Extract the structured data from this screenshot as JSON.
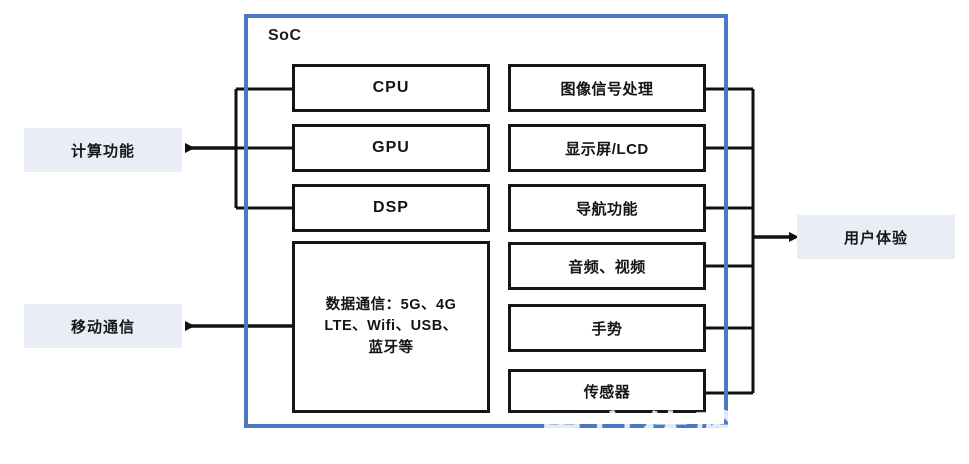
{
  "diagram": {
    "title": "SoC",
    "soc_caption": "SoC",
    "accent_color": "#4a78c2",
    "label_bg_color": "#e9edf5",
    "block_border_color": "#151515",
    "compute_blocks": [
      {
        "id": "cpu",
        "label": "CPU",
        "type": "latin"
      },
      {
        "id": "gpu",
        "label": "GPU",
        "type": "latin"
      },
      {
        "id": "dsp",
        "label": "DSP",
        "type": "latin"
      },
      {
        "id": "data-comm",
        "label": "数据通信：5G、4G\nLTE、Wifi、USB、\n蓝牙等",
        "type": "multiline"
      }
    ],
    "experience_blocks": [
      {
        "id": "isp",
        "label": "图像信号处理"
      },
      {
        "id": "display",
        "label": "显示屏/LCD"
      },
      {
        "id": "navigation",
        "label": "导航功能"
      },
      {
        "id": "audio-video",
        "label": "音频、视频"
      },
      {
        "id": "gesture",
        "label": "手势"
      },
      {
        "id": "sensor",
        "label": "传感器"
      }
    ],
    "external_labels": [
      {
        "id": "compute-function",
        "label": "计算功能",
        "side": "left"
      },
      {
        "id": "mobile-comm",
        "label": "移动通信",
        "side": "left"
      },
      {
        "id": "user-experience",
        "label": "用户体验",
        "side": "right"
      }
    ],
    "watermark": "用户体验"
  }
}
